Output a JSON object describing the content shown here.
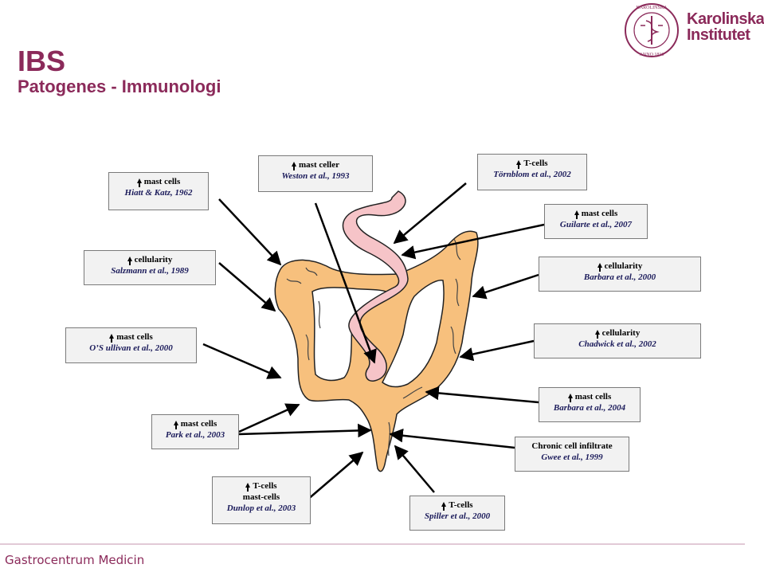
{
  "header": {
    "title": "IBS",
    "subtitle": "Patogenes - Immunologi"
  },
  "logo": {
    "line1": "Karolinska",
    "line2": "Institutet",
    "seal_text": "KAROLINSKA INSTITUTET ANNO 1810"
  },
  "boxes": [
    {
      "l1": "mast cells",
      "cite": "Hiatt & Katz, 1962"
    },
    {
      "l1": "mast celler",
      "cite": "Weston et al., 1993"
    },
    {
      "l1": "T-cells",
      "cite": "Törnblom et al., 2002"
    },
    {
      "l1": "mast cells",
      "cite": "Guilarte et al., 2007"
    },
    {
      "l1": "cellularity",
      "cite": "Salzmann et al., 1989"
    },
    {
      "l1": "cellularity",
      "cite": "Barbara et al., 2000"
    },
    {
      "l1": "mast cells",
      "cite": "O’S ullivan et al., 2000"
    },
    {
      "l1": "cellularity",
      "cite": "Chadwick et al., 2002"
    },
    {
      "l1": "mast cells",
      "cite": "Barbara et al., 2004"
    },
    {
      "l1": "mast cells",
      "cite": "Park et al., 2003"
    },
    {
      "l1": "Chronic cell infiltrate",
      "cite": "Gwee et al., 1999"
    },
    {
      "l1": "T-cells",
      "l2": "mast-cells",
      "cite": "Dunlop et al., 2003"
    },
    {
      "l1": "T-cells",
      "cite": "Spiller et al., 2000"
    }
  ],
  "footer": {
    "text": "Gastrocentrum Medicin"
  },
  "colors": {
    "brand": "#8b2a5a",
    "colon": "#f7c07d",
    "small_intestine": "#f6c4c8"
  }
}
